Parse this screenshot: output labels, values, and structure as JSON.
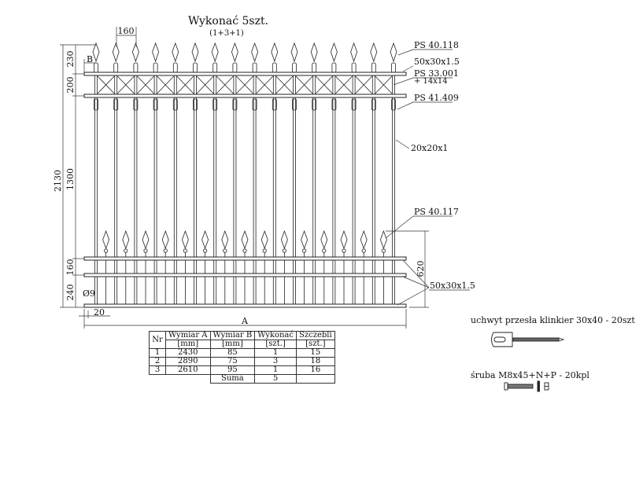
{
  "title": "Wykonać 5szt.",
  "subtitle": "(1+3+1)",
  "dimensions": {
    "spacing": "160",
    "B": "B",
    "total_height": "2130",
    "spike_height": "230",
    "lattice_height": "200",
    "middle_height": "1300",
    "lower_gap": "160",
    "bottom_height": "240",
    "rod_diameter": "Ø9",
    "offset": "20",
    "width": "A",
    "bottom_section": "620"
  },
  "labels": {
    "top_spike": "PS 40.118",
    "top_rail": "50x30x1.5",
    "lattice": "PS 33.001",
    "lattice_sub": "+ 14x14",
    "ornament": "PS 41.409",
    "picket": "20x20x1",
    "bottom_spike": "PS 40.117",
    "bottom_rails": "50x30x1.5"
  },
  "table": {
    "headers": [
      [
        "Nr",
        ""
      ],
      [
        "Wymiar A",
        "[mm]"
      ],
      [
        "Wymiar B",
        "[mm]"
      ],
      [
        "Wykonać",
        "[szt.]"
      ],
      [
        "Szczebli",
        "[szt.]"
      ]
    ],
    "rows": [
      [
        "1",
        "2430",
        "85",
        "1",
        "15"
      ],
      [
        "2",
        "2890",
        "75",
        "3",
        "18"
      ],
      [
        "3",
        "2610",
        "95",
        "1",
        "16"
      ]
    ],
    "sum_label": "Suma",
    "sum_value": "5"
  },
  "accessories": {
    "bracket": "uchwyt przesła klinkier 30x40 - 20szt",
    "screw": "śruba M8x45+N+P - 20kpl"
  }
}
